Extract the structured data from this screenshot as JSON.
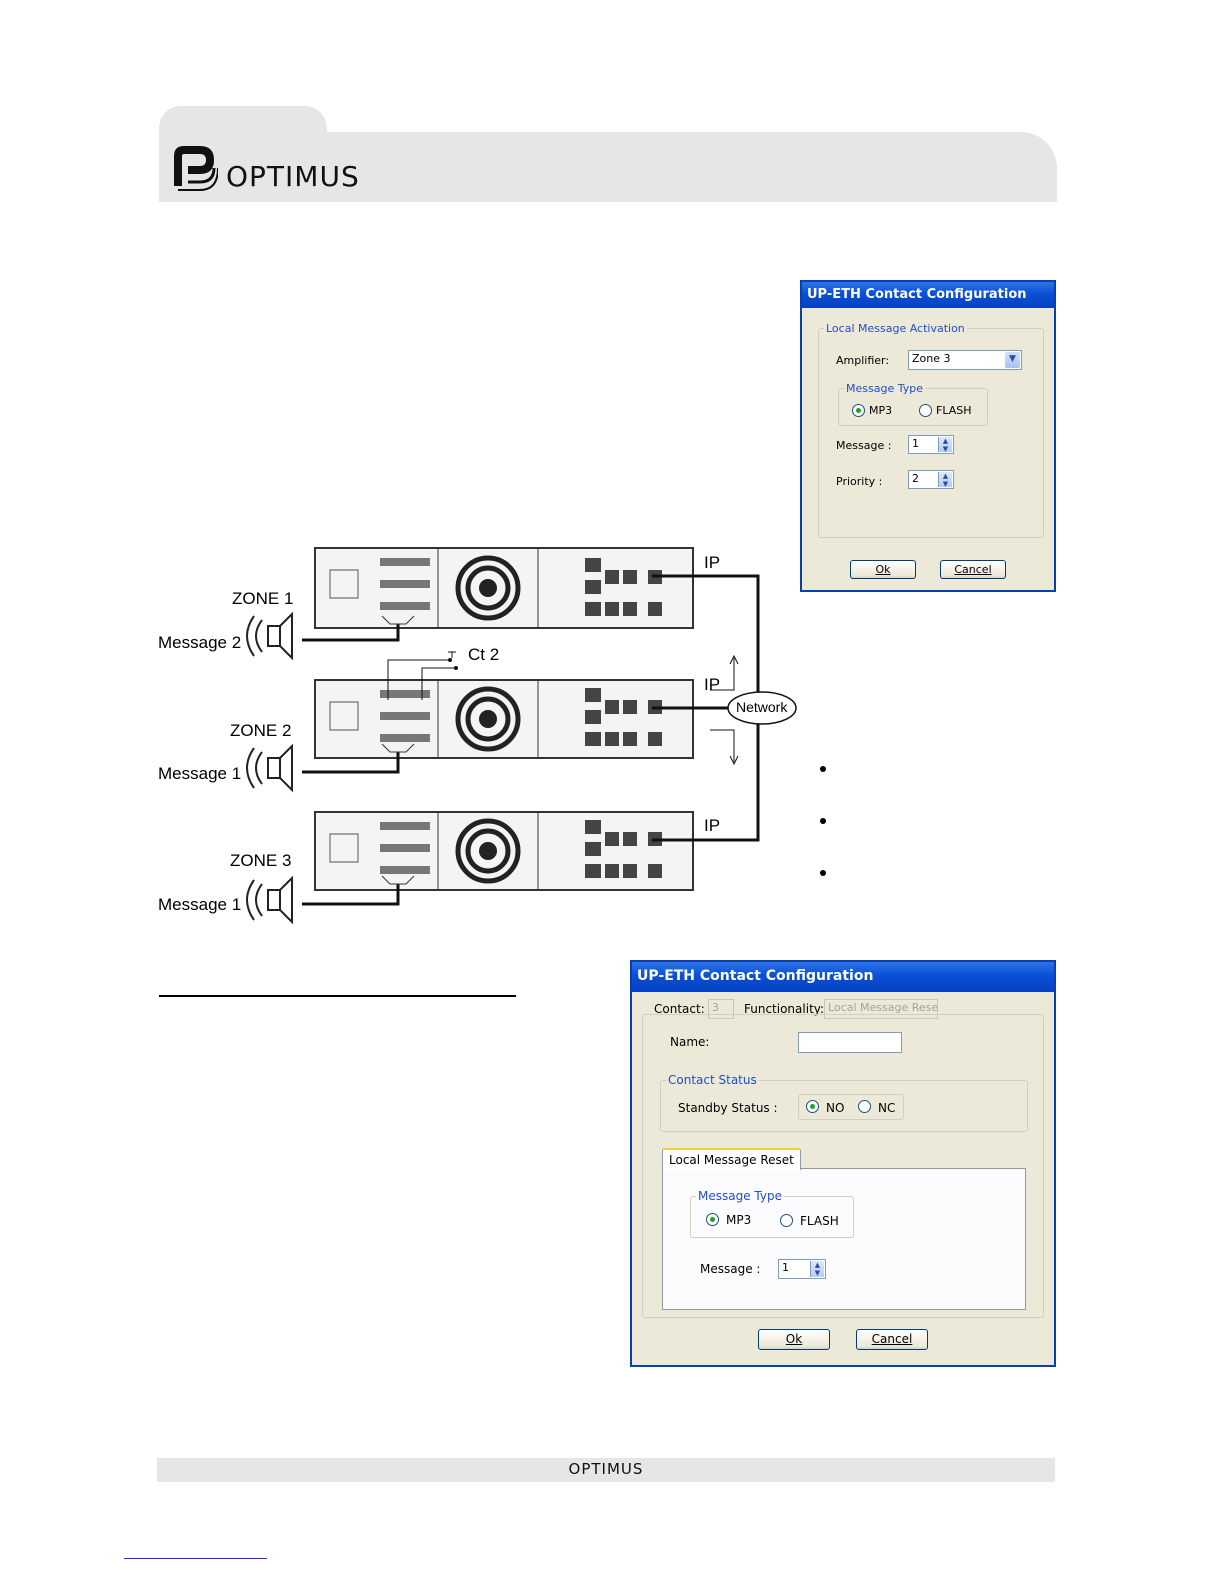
{
  "header": {
    "logo_text": "OPTIMUS"
  },
  "footer": {
    "logo_text": "OPTIMUS"
  },
  "diagram": {
    "zones": [
      "ZONE 1",
      "ZONE 2",
      "ZONE 3"
    ],
    "messages": [
      "Message 2",
      "Message 1",
      "Message 1"
    ],
    "ip_labels": [
      "IP",
      "IP",
      "IP"
    ],
    "contact_label": "Ct 2",
    "network_label": "Network"
  },
  "dialog1": {
    "title": "UP-ETH Contact Configuration",
    "group_label": "Local Message Activation",
    "amplifier_label": "Amplifier:",
    "amplifier_value": "Zone 3",
    "message_type_label": "Message Type",
    "mp3_label": "MP3",
    "flash_label": "FLASH",
    "message_label": "Message :",
    "message_value": "1",
    "priority_label": "Priority :",
    "priority_value": "2",
    "ok_label": "Ok",
    "cancel_label": "Cancel"
  },
  "dialog2": {
    "title": "UP-ETH Contact Configuration",
    "contact_label": "Contact:",
    "contact_value": "3",
    "functionality_label": "Functionality:",
    "functionality_value": "Local Message Reset",
    "name_label": "Name:",
    "name_value": "",
    "contact_status_label": "Contact Status",
    "standby_label": "Standby Status :",
    "no_label": "NO",
    "nc_label": "NC",
    "tab_label": "Local Message Reset",
    "message_type_label": "Message Type",
    "mp3_label": "MP3",
    "flash_label": "FLASH",
    "message_label": "Message :",
    "message_value": "1",
    "ok_label": "Ok",
    "cancel_label": "Cancel"
  }
}
